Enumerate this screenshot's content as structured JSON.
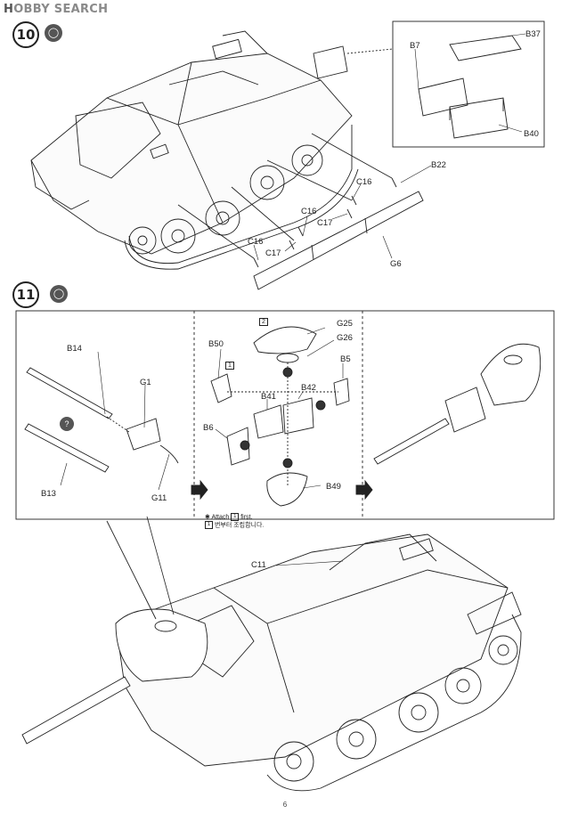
{
  "watermark": {
    "brand": "H",
    "text": "OBBY SEARCH"
  },
  "steps": {
    "s10": {
      "number": "10",
      "glue_icon": "glue-icon"
    },
    "s11": {
      "number": "11",
      "glue_icon": "glue-icon"
    }
  },
  "step10_labels": {
    "b37": "B37",
    "b7": "B7",
    "b40": "B40",
    "b22": "B22",
    "c16a": "C16",
    "c16b": "C16",
    "c16c": "C16",
    "c17a": "C17",
    "c17b": "C17",
    "g6": "G6"
  },
  "step11_labels": {
    "b14": "B14",
    "g1": "G1",
    "b13": "B13",
    "g11": "G11",
    "b50": "B50",
    "g25": "G25",
    "g26": "G26",
    "b5": "B5",
    "b41": "B41",
    "b42": "B42",
    "b6": "B6",
    "b49": "B49",
    "c11": "C11",
    "sub1": "1",
    "sub2": "2"
  },
  "attach_note": {
    "line1": "Attach",
    "num": "1",
    "line1_end": "first.",
    "line2_num": "1",
    "line2": "번부터 조립합니다."
  },
  "page_number": "6"
}
